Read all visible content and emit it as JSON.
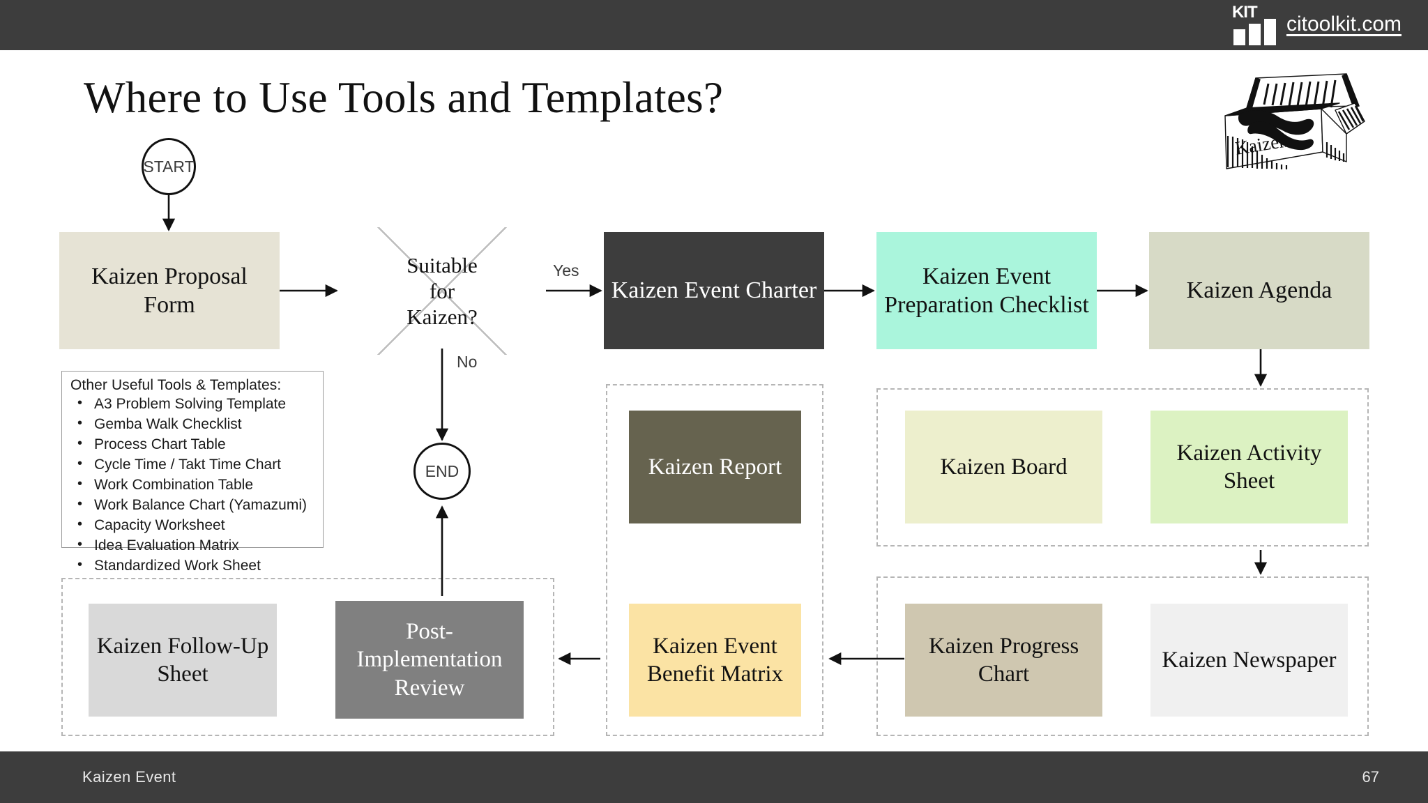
{
  "header": {
    "logo_text": "KIT",
    "logo_icon": "bar-chart-icon",
    "url": "citoolkit.com"
  },
  "footer": {
    "section": "Kaizen Event",
    "page_number": "67"
  },
  "title": "Where to Use Tools and Templates?",
  "artwork": {
    "name": "kaizen-toolbox-illustration",
    "label": "Kaizen"
  },
  "flow": {
    "start_label": "START",
    "end_label": "END",
    "decision": "Suitable\nfor\nKaizen?",
    "decision_line1": "Suitable",
    "decision_line2": "for",
    "decision_line3": "Kaizen?",
    "yes_label": "Yes",
    "no_label": "No",
    "nodes": [
      {
        "id": "proposal",
        "label": "Kaizen Proposal Form",
        "bg": "#e6e3d5",
        "fg": "#111111"
      },
      {
        "id": "charter",
        "label": "Kaizen Event Charter",
        "bg": "#3d3d3d",
        "fg": "#ffffff"
      },
      {
        "id": "preparation",
        "label": "Kaizen Event Preparation Checklist",
        "bg": "#aaf5dc",
        "fg": "#111111"
      },
      {
        "id": "agenda",
        "label": "Kaizen Agenda",
        "bg": "#d7dac6",
        "fg": "#111111"
      },
      {
        "id": "report",
        "label": "Kaizen Report",
        "bg": "#66634f",
        "fg": "#ffffff"
      },
      {
        "id": "board",
        "label": "Kaizen Board",
        "bg": "#edefcd",
        "fg": "#111111"
      },
      {
        "id": "activity",
        "label": "Kaizen Activity Sheet",
        "bg": "#dcf2c2",
        "fg": "#111111"
      },
      {
        "id": "benefit",
        "label": "Kaizen Event Benefit Matrix",
        "bg": "#fbe3a4",
        "fg": "#111111"
      },
      {
        "id": "progress",
        "label": "Kaizen Progress Chart",
        "bg": "#cfc7b0",
        "fg": "#111111"
      },
      {
        "id": "newspaper",
        "label": "Kaizen Newspaper",
        "bg": "#f0f0f0",
        "fg": "#111111"
      },
      {
        "id": "postimpl",
        "label": "Post-Implementation Review",
        "bg": "#808080",
        "fg": "#ffffff"
      },
      {
        "id": "followup",
        "label": "Kaizen Follow-Up Sheet",
        "bg": "#d9d9d9",
        "fg": "#111111"
      }
    ]
  },
  "other_tools": {
    "heading": "Other Useful Tools & Templates:",
    "items": [
      "A3 Problem Solving Template",
      "Gemba Walk Checklist",
      "Process Chart Table",
      "Cycle Time / Takt Time Chart",
      "Work Combination Table",
      "Work Balance Chart (Yamazumi)",
      "Capacity Worksheet",
      "Idea Evaluation Matrix",
      "Standardized Work Sheet"
    ]
  },
  "colors": {
    "bar_dark": "#3d3d3d",
    "dashed_border": "#b5b5b5",
    "diamond_border": "#bdbdbd",
    "arrow": "#111111"
  }
}
